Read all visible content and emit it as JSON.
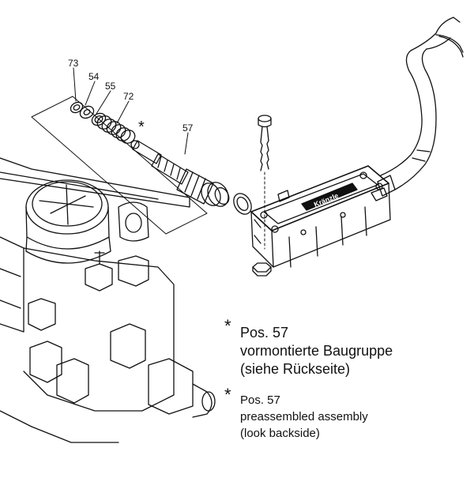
{
  "callouts": {
    "c73": "73",
    "c54": "54",
    "c55": "55",
    "c72": "72",
    "c57": "57",
    "star": "*"
  },
  "notes": {
    "german": {
      "star": "*",
      "line1": "Pos. 57",
      "line2": "vormontierte Baugruppe",
      "line3": "(siehe Rückseite)"
    },
    "english": {
      "star": "*",
      "line1": "Pos. 57",
      "line2": "preassembled assembly",
      "line3": "(look backside)"
    }
  },
  "box": {
    "brand_label": "Kränzle"
  }
}
